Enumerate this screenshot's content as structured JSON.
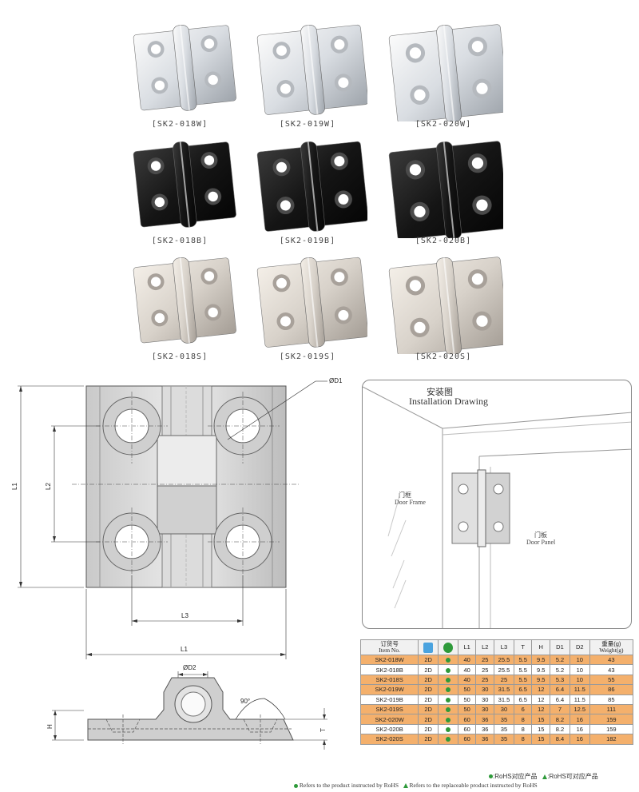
{
  "products": [
    {
      "code": "[SK2-018W]",
      "finish": "white"
    },
    {
      "code": "[SK2-019W]",
      "finish": "white"
    },
    {
      "code": "[SK2-020W]",
      "finish": "white"
    },
    {
      "code": "[SK2-018B]",
      "finish": "black"
    },
    {
      "code": "[SK2-019B]",
      "finish": "black"
    },
    {
      "code": "[SK2-020B]",
      "finish": "black"
    },
    {
      "code": "[SK2-018S]",
      "finish": "steel"
    },
    {
      "code": "[SK2-019S]",
      "finish": "steel"
    },
    {
      "code": "[SK2-020S]",
      "finish": "steel"
    }
  ],
  "drawing": {
    "d1": "ØD1",
    "d2": "ØD2",
    "l1_vertical": "L1",
    "l2": "L2",
    "l3": "L3",
    "l1_horizontal": "L1",
    "h": "H",
    "t": "T",
    "angle": "90°"
  },
  "installation": {
    "title_cn": "安装图",
    "title_en": "Installation Drawing",
    "frame_cn": "门框",
    "frame_en": "Door Frame",
    "panel_cn": "门板",
    "panel_en": "Door Panel"
  },
  "table": {
    "headers": {
      "item_cn": "订货号",
      "item_en": "Item No.",
      "l1": "L1",
      "l2": "L2",
      "l3": "L3",
      "t": "T",
      "h": "H",
      "d1": "D1",
      "d2": "D2",
      "weight_cn": "重量(g)",
      "weight_en": "Weight(g)"
    },
    "rows": [
      {
        "item": "SK2-018W",
        "type": "2D",
        "l1": "40",
        "l2": "25",
        "l3": "25.5",
        "t": "5.5",
        "h": "9.5",
        "d1": "5.2",
        "d2": "10",
        "weight": "43"
      },
      {
        "item": "SK2-018B",
        "type": "2D",
        "l1": "40",
        "l2": "25",
        "l3": "25.5",
        "t": "5.5",
        "h": "9.5",
        "d1": "5.2",
        "d2": "10",
        "weight": "43"
      },
      {
        "item": "SK2-018S",
        "type": "2D",
        "l1": "40",
        "l2": "25",
        "l3": "25",
        "t": "5.5",
        "h": "9.5",
        "d1": "5.3",
        "d2": "10",
        "weight": "55"
      },
      {
        "item": "SK2-019W",
        "type": "2D",
        "l1": "50",
        "l2": "30",
        "l3": "31.5",
        "t": "6.5",
        "h": "12",
        "d1": "6.4",
        "d2": "11.5",
        "weight": "86"
      },
      {
        "item": "SK2-019B",
        "type": "2D",
        "l1": "50",
        "l2": "30",
        "l3": "31.5",
        "t": "6.5",
        "h": "12",
        "d1": "6.4",
        "d2": "11.5",
        "weight": "85"
      },
      {
        "item": "SK2-019S",
        "type": "2D",
        "l1": "50",
        "l2": "30",
        "l3": "30",
        "t": "6",
        "h": "12",
        "d1": "7",
        "d2": "12.5",
        "weight": "111"
      },
      {
        "item": "SK2-020W",
        "type": "2D",
        "l1": "60",
        "l2": "36",
        "l3": "35",
        "t": "8",
        "h": "15",
        "d1": "8.2",
        "d2": "16",
        "weight": "159"
      },
      {
        "item": "SK2-020B",
        "type": "2D",
        "l1": "60",
        "l2": "36",
        "l3": "35",
        "t": "8",
        "h": "15",
        "d1": "8.2",
        "d2": "16",
        "weight": "159"
      },
      {
        "item": "SK2-020S",
        "type": "2D",
        "l1": "60",
        "l2": "36",
        "l3": "35",
        "t": "8",
        "h": "15",
        "d1": "8.4",
        "d2": "16",
        "weight": "182"
      }
    ]
  },
  "legend": {
    "rohs_cn": ":RoHS对应产品",
    "rohs_replace_cn": ":RoHS可对应产品",
    "rohs_en": "Refers to the product instructed by RoHS",
    "rohs_replace_en": "Refers to the replaceable product instructed by RoHS"
  },
  "colors": {
    "row_orange": "#f4b06c",
    "rohs_green": "#2e9a3a",
    "doc_icon_blue": "#4aa3df"
  }
}
